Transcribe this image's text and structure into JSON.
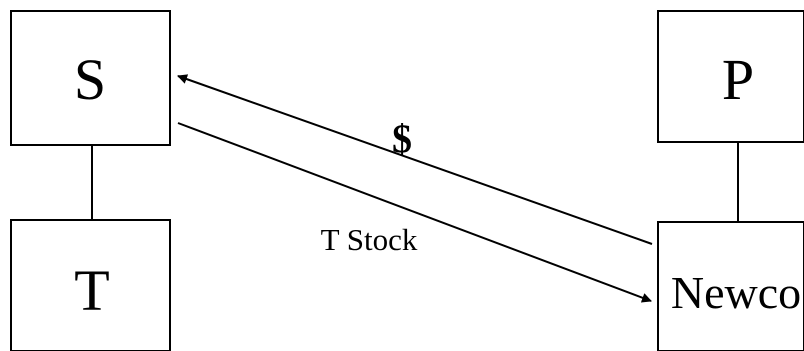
{
  "colors": {
    "stroke": "#000000",
    "background": "#ffffff"
  },
  "nodes": {
    "s": {
      "label": "S"
    },
    "t": {
      "label": "T"
    },
    "p": {
      "label": "P"
    },
    "newco": {
      "label": "Newco"
    }
  },
  "edges": {
    "cash": {
      "label": "$"
    },
    "t_stock": {
      "label": "T Stock"
    }
  }
}
